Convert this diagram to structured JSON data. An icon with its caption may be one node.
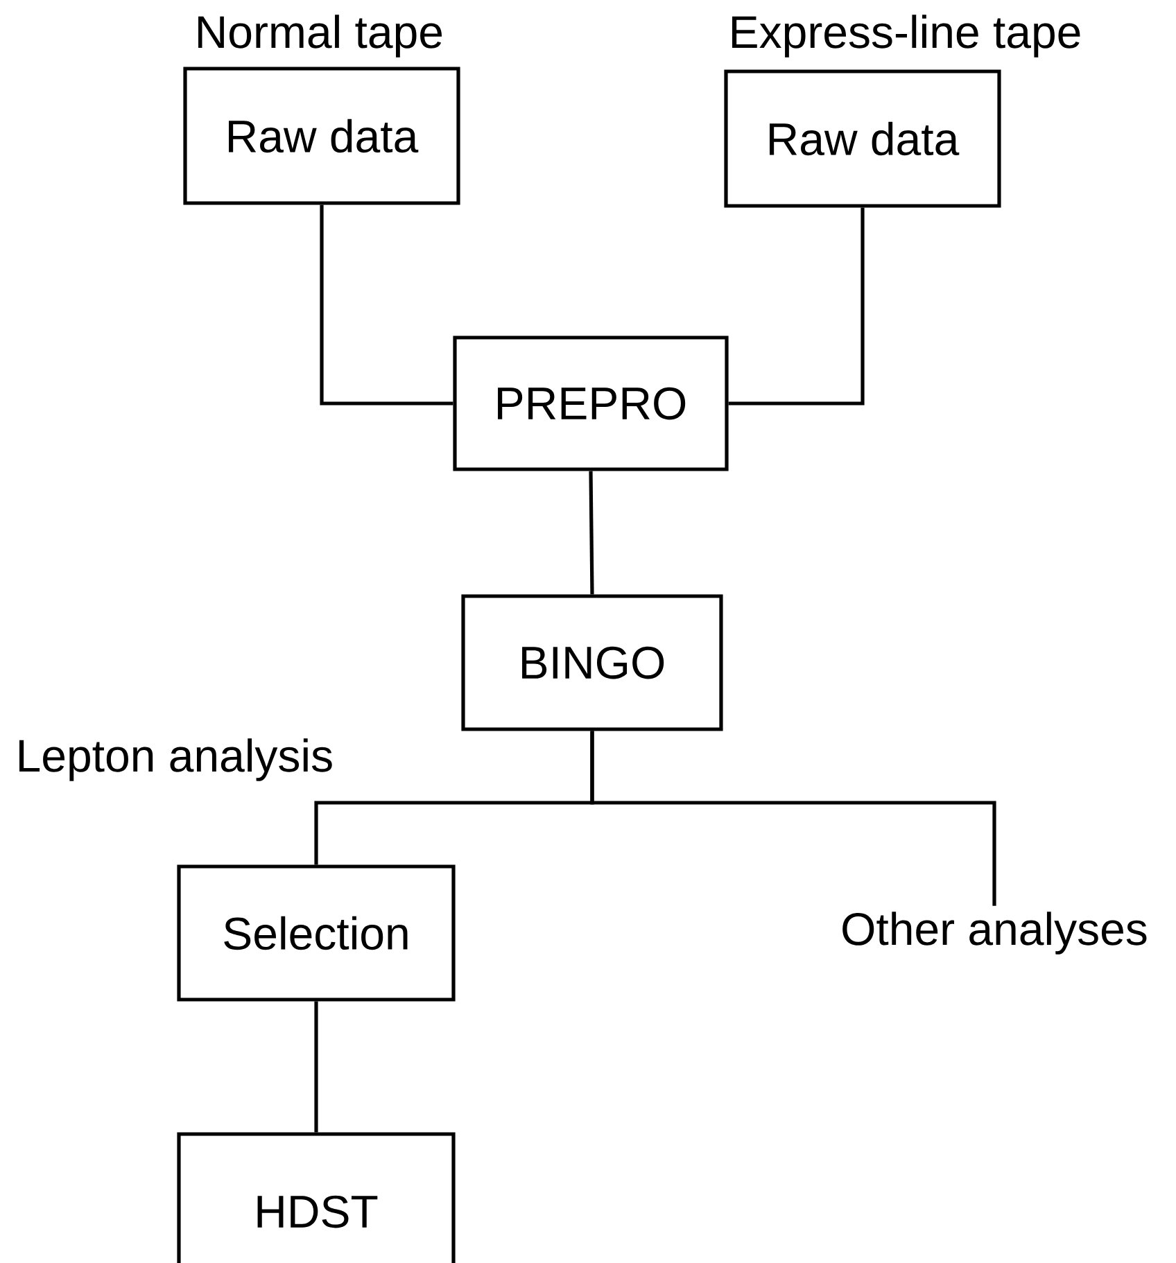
{
  "diagram": {
    "nodes": [
      {
        "text": [
          "Normal tape",
          "Raw data"
        ]
      },
      {
        "text": [
          "Express-line tape",
          "Raw data"
        ]
      },
      {
        "text": [
          "PREPRO"
        ]
      },
      {
        "text": [
          "BINGO"
        ]
      },
      {
        "text": [
          "Selection"
        ]
      },
      {
        "text": [
          "Other analyses"
        ]
      },
      {
        "text": [
          "HDST"
        ]
      }
    ],
    "edges": [
      {
        "from": 0,
        "to": 2,
        "arrow": "none"
      },
      {
        "from": 1,
        "to": 2,
        "arrow": "none"
      },
      {
        "from": 2,
        "to": 3,
        "arrow": "none"
      },
      {
        "from": 3,
        "to": 4,
        "arrow": "none"
      },
      {
        "from": 3,
        "to": 5,
        "arrow": "none"
      },
      {
        "from": 4,
        "to": 6,
        "arrow": "none"
      }
    ],
    "labels": [
      "Lepton analysis"
    ]
  }
}
